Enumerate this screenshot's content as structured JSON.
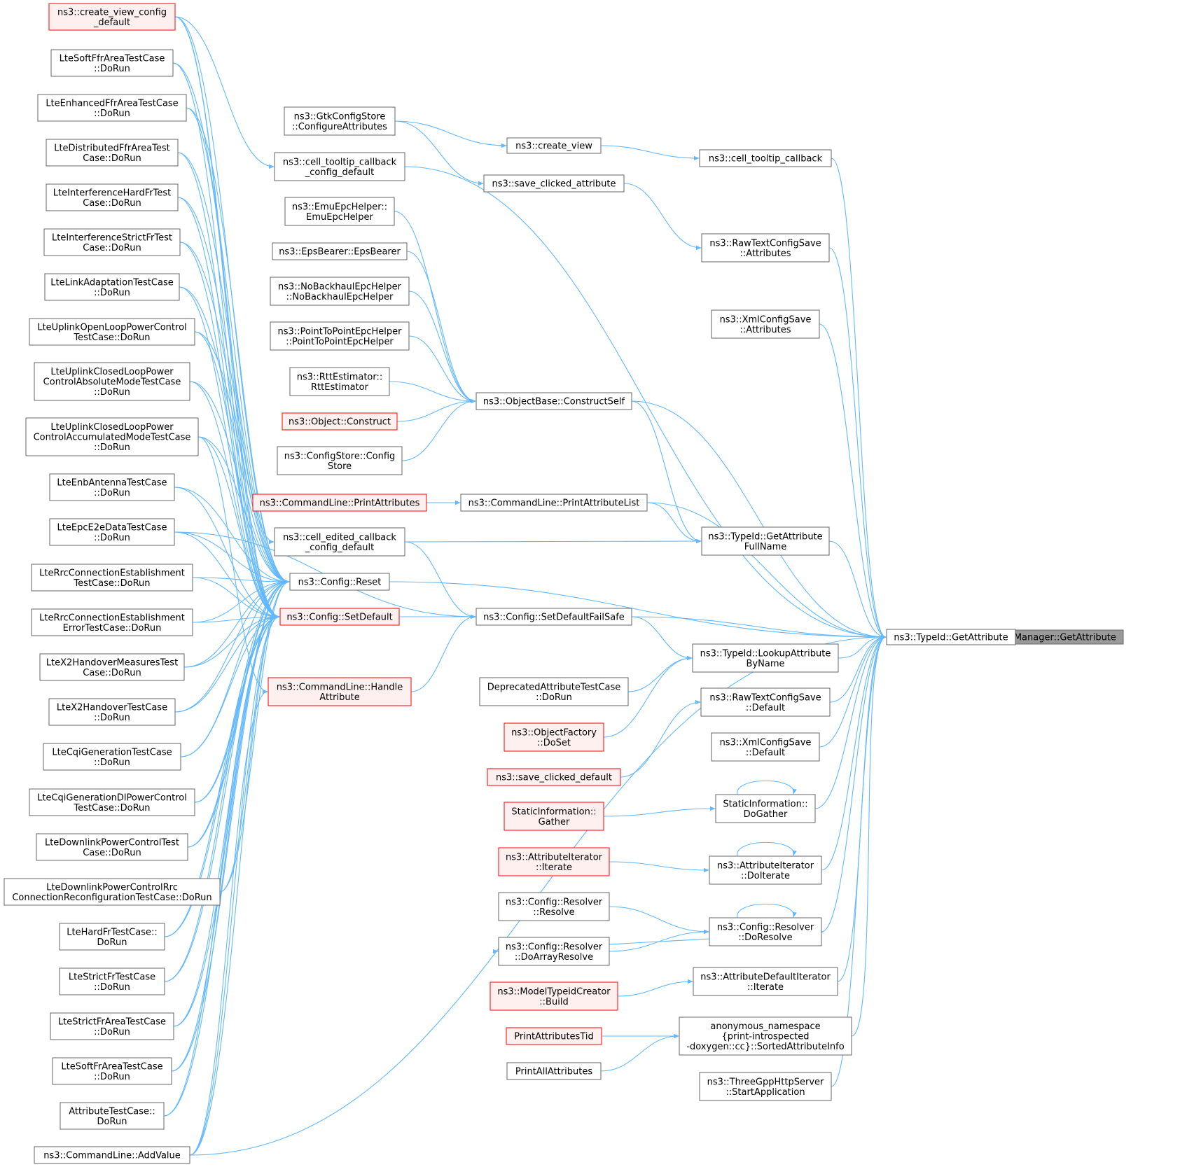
{
  "nodes": {
    "root": [
      "ns3::IidManager::GetAttribute"
    ],
    "typeid_getattr": [
      "ns3::TypeId::GetAttribute"
    ],
    "create_view_cfg": [
      "ns3::create_view_config",
      "_default"
    ],
    "lte_softffrarea": [
      "LteSoftFfrAreaTestCase",
      "::DoRun"
    ],
    "lte_enhancedffr": [
      "LteEnhancedFfrAreaTestCase",
      "::DoRun"
    ],
    "lte_distffr": [
      "LteDistributedFfrAreaTest",
      "Case::DoRun"
    ],
    "lte_intfhard": [
      "LteInterferenceHardFrTest",
      "Case::DoRun"
    ],
    "lte_intfstrict": [
      "LteInterferenceStrictFrTest",
      "Case::DoRun"
    ],
    "lte_linkadapt": [
      "LteLinkAdaptationTestCase",
      "::DoRun"
    ],
    "lte_uplinkopen": [
      "LteUplinkOpenLoopPowerControl",
      "TestCase::DoRun"
    ],
    "lte_uplinkabs": [
      "LteUplinkClosedLoopPower",
      "ControlAbsoluteModeTestCase",
      "::DoRun"
    ],
    "lte_uplinkacc": [
      "LteUplinkClosedLoopPower",
      "ControlAccumulatedModeTestCase",
      "::DoRun"
    ],
    "lte_enbantenna": [
      "LteEnbAntennaTestCase",
      "::DoRun"
    ],
    "lte_epce2e": [
      "LteEpcE2eDataTestCase",
      "::DoRun"
    ],
    "lte_rrcest": [
      "LteRrcConnectionEstablishment",
      "TestCase::DoRun"
    ],
    "lte_rrcesterr": [
      "LteRrcConnectionEstablishment",
      "ErrorTestCase::DoRun"
    ],
    "lte_x2meas": [
      "LteX2HandoverMeasuresTest",
      "Case::DoRun"
    ],
    "lte_x2ho": [
      "LteX2HandoverTestCase",
      "::DoRun"
    ],
    "lte_cqigen": [
      "LteCqiGenerationTestCase",
      "::DoRun"
    ],
    "lte_cqigendl": [
      "LteCqiGenerationDlPowerControl",
      "TestCase::DoRun"
    ],
    "lte_dlpc": [
      "LteDownlinkPowerControlTest",
      "Case::DoRun"
    ],
    "lte_dlpcrrc": [
      "LteDownlinkPowerControlRrc",
      "ConnectionReconfigurationTestCase::DoRun"
    ],
    "lte_hardfr": [
      "LteHardFrTestCase::",
      "DoRun"
    ],
    "lte_strictfr": [
      "LteStrictFrTestCase",
      "::DoRun"
    ],
    "lte_strictfrarea": [
      "LteStrictFrAreaTestCase",
      "::DoRun"
    ],
    "lte_softfrarea": [
      "LteSoftFrAreaTestCase",
      "::DoRun"
    ],
    "attr_testcase": [
      "AttributeTestCase::",
      "DoRun"
    ],
    "cmd_addvalue": [
      "ns3::CommandLine::AddValue"
    ],
    "gtk_cfgattr": [
      "ns3::GtkConfigStore",
      "::ConfigureAttributes"
    ],
    "cell_tooltip_cfg": [
      "ns3::cell_tooltip_callback",
      "_config_default"
    ],
    "emu_epc": [
      "ns3::EmuEpcHelper::",
      "EmuEpcHelper"
    ],
    "eps_bearer": [
      "ns3::EpsBearer::EpsBearer"
    ],
    "nobackhaul": [
      "ns3::NoBackhaulEpcHelper",
      "::NoBackhaulEpcHelper"
    ],
    "p2p_epc": [
      "ns3::PointToPointEpcHelper",
      "::PointToPointEpcHelper"
    ],
    "rtt_est": [
      "ns3::RttEstimator::",
      "RttEstimator"
    ],
    "obj_construct": [
      "ns3::Object::Construct"
    ],
    "cfgstore": [
      "ns3::ConfigStore::Config",
      "Store"
    ],
    "cmd_printattrs": [
      "ns3::CommandLine::PrintAttributes"
    ],
    "cell_edited_cfg": [
      "ns3::cell_edited_callback",
      "_config_default"
    ],
    "cfg_reset": [
      "ns3::Config::Reset"
    ],
    "cfg_setdefault": [
      "ns3::Config::SetDefault"
    ],
    "cmd_handleattr": [
      "ns3::CommandLine::Handle",
      "Attribute"
    ],
    "create_view": [
      "ns3::create_view"
    ],
    "save_clicked_attr": [
      "ns3::save_clicked_attribute"
    ],
    "objbase_construct": [
      "ns3::ObjectBase::ConstructSelf"
    ],
    "cmd_printattrlist": [
      "ns3::CommandLine::PrintAttributeList"
    ],
    "cfg_setdefaultfs": [
      "ns3::Config::SetDefaultFailSafe"
    ],
    "deprecated_test": [
      "DeprecatedAttributeTestCase",
      "::DoRun"
    ],
    "objfactory_doset": [
      "ns3::ObjectFactory",
      "::DoSet"
    ],
    "save_clicked_def": [
      "ns3::save_clicked_default"
    ],
    "static_gather": [
      "StaticInformation::",
      "Gather"
    ],
    "attriter_iterate": [
      "ns3::AttributeIterator",
      "::Iterate"
    ],
    "resolver_resolve": [
      "ns3::Config::Resolver",
      "::Resolve"
    ],
    "resolver_doarray": [
      "ns3::Config::Resolver",
      "::DoArrayResolve"
    ],
    "model_typeid": [
      "ns3::ModelTypeidCreator",
      "::Build"
    ],
    "print_attrs_tid": [
      "PrintAttributesTid"
    ],
    "print_all_attrs": [
      "PrintAllAttributes"
    ],
    "cell_tooltip_cb": [
      "ns3::cell_tooltip_callback"
    ],
    "rawtext_attrs": [
      "ns3::RawTextConfigSave",
      "::Attributes"
    ],
    "xml_attrs": [
      "ns3::XmlConfigSave",
      "::Attributes"
    ],
    "typeid_getfullname": [
      "ns3::TypeId::GetAttribute",
      "FullName"
    ],
    "typeid_lookup": [
      "ns3::TypeId::LookupAttribute",
      "ByName"
    ],
    "rawtext_default": [
      "ns3::RawTextConfigSave",
      "::Default"
    ],
    "xml_default": [
      "ns3::XmlConfigSave",
      "::Default"
    ],
    "static_dogather": [
      "StaticInformation::",
      "DoGather"
    ],
    "attriter_doiterate": [
      "ns3::AttributeIterator",
      "::DoIterate"
    ],
    "resolver_doresolve": [
      "ns3::Config::Resolver",
      "::DoResolve"
    ],
    "attrdefiter": [
      "ns3::AttributeDefaultIterator",
      "::Iterate"
    ],
    "sorted_attrinfo": [
      "anonymous_namespace",
      "{print-introspected",
      "-doxygen::cc}::SortedAttributeInfo"
    ],
    "threegpp_start": [
      "ns3::ThreeGppHttpServer",
      "::StartApplication"
    ]
  },
  "colors": {
    "edge": "#63b8ff",
    "node_border": "#666666",
    "highlight_border": "#ff0000",
    "highlight_fill": "#fff0f0",
    "root_fill": "#999999"
  }
}
